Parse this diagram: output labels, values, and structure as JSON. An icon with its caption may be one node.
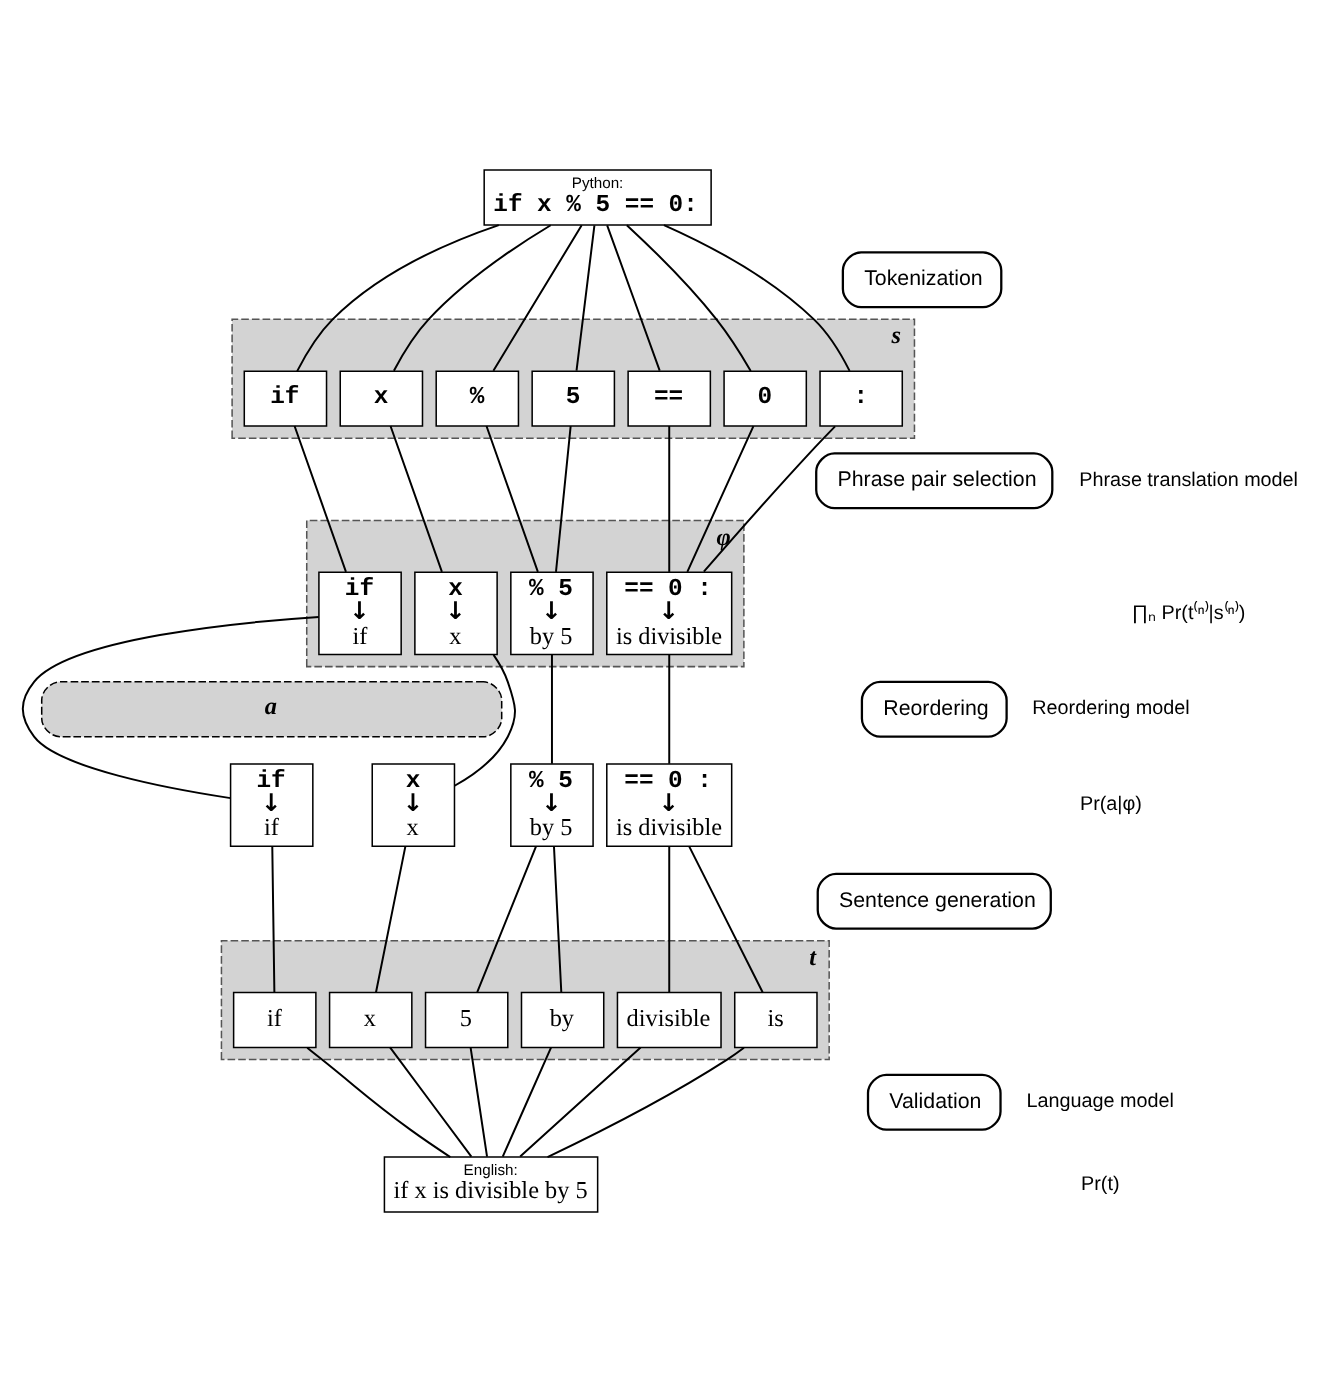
{
  "diagram": {
    "nodes": [
      {
        "text": [
          "Python:",
          "if x % 5 == 0:"
        ]
      },
      {
        "text": [
          "s"
        ]
      },
      {
        "text": [
          "if"
        ],
        "in": 1
      },
      {
        "text": [
          "x"
        ],
        "in": 1
      },
      {
        "text": [
          "%"
        ],
        "in": 1
      },
      {
        "text": [
          "5"
        ],
        "in": 1
      },
      {
        "text": [
          "=="
        ],
        "in": 1
      },
      {
        "text": [
          "0"
        ],
        "in": 1
      },
      {
        "text": [
          ":"
        ],
        "in": 1
      },
      {
        "text": [
          "φ"
        ]
      },
      {
        "text": [
          "if",
          "↓",
          "if"
        ],
        "in": 9
      },
      {
        "text": [
          "x",
          "↓",
          "x"
        ],
        "in": 9
      },
      {
        "text": [
          "% 5",
          "↓",
          "by 5"
        ],
        "in": 9
      },
      {
        "text": [
          "== 0 :",
          "↓",
          "is divisible"
        ],
        "in": 9
      },
      {
        "text": [
          "a"
        ]
      },
      {
        "text": [
          "if",
          "↓",
          "if"
        ]
      },
      {
        "text": [
          "x",
          "↓",
          "x"
        ]
      },
      {
        "text": [
          "== 0 :",
          "↓",
          "is divisible"
        ]
      },
      {
        "text": [
          "% 5",
          "↓",
          "by 5"
        ]
      },
      {
        "text": [
          "t"
        ]
      },
      {
        "text": [
          "if"
        ],
        "in": 19
      },
      {
        "text": [
          "x"
        ],
        "in": 19
      },
      {
        "text": [
          "is"
        ],
        "in": 19
      },
      {
        "text": [
          "divisible"
        ],
        "in": 19
      },
      {
        "text": [
          "by"
        ],
        "in": 19
      },
      {
        "text": [
          "5"
        ],
        "in": 19
      },
      {
        "text": [
          "English:",
          "if x is divisible by 5"
        ]
      },
      {
        "text": [
          "Tokenization"
        ]
      },
      {
        "text": [
          "Phrase pair selection"
        ]
      },
      {
        "text": [
          "Reordering"
        ]
      },
      {
        "text": [
          "Sentence generation"
        ]
      },
      {
        "text": [
          "Validation"
        ]
      }
    ],
    "edges": [
      {
        "from": 0,
        "to": 2,
        "arrow": "none"
      },
      {
        "from": 0,
        "to": 3,
        "arrow": "none"
      },
      {
        "from": 0,
        "to": 4,
        "arrow": "none"
      },
      {
        "from": 0,
        "to": 5,
        "arrow": "none"
      },
      {
        "from": 0,
        "to": 6,
        "arrow": "none"
      },
      {
        "from": 0,
        "to": 7,
        "arrow": "none"
      },
      {
        "from": 0,
        "to": 8,
        "arrow": "none"
      },
      {
        "from": 2,
        "to": 10,
        "arrow": "none"
      },
      {
        "from": 3,
        "to": 11,
        "arrow": "none"
      },
      {
        "from": 4,
        "to": 12,
        "arrow": "none"
      },
      {
        "from": 5,
        "to": 12,
        "arrow": "none"
      },
      {
        "from": 6,
        "to": 13,
        "arrow": "none"
      },
      {
        "from": 7,
        "to": 13,
        "arrow": "none"
      },
      {
        "from": 8,
        "to": 13,
        "arrow": "none"
      },
      {
        "from": 10,
        "to": 15,
        "arrow": "none"
      },
      {
        "from": 11,
        "to": 16,
        "arrow": "none"
      },
      {
        "from": 12,
        "to": 18,
        "arrow": "none"
      },
      {
        "from": 13,
        "to": 17,
        "arrow": "none"
      },
      {
        "from": 15,
        "to": 20,
        "arrow": "none"
      },
      {
        "from": 16,
        "to": 21,
        "arrow": "none"
      },
      {
        "from": 17,
        "to": 22,
        "arrow": "none"
      },
      {
        "from": 17,
        "to": 23,
        "arrow": "none"
      },
      {
        "from": 18,
        "to": 24,
        "arrow": "none"
      },
      {
        "from": 18,
        "to": 25,
        "arrow": "none"
      },
      {
        "from": 20,
        "to": 26,
        "arrow": "none"
      },
      {
        "from": 21,
        "to": 26,
        "arrow": "none"
      },
      {
        "from": 22,
        "to": 26,
        "arrow": "none"
      },
      {
        "from": 23,
        "to": 26,
        "arrow": "none"
      },
      {
        "from": 24,
        "to": 26,
        "arrow": "none"
      },
      {
        "from": 25,
        "to": 26,
        "arrow": "none"
      }
    ],
    "labels": [
      "Phrase translation model",
      "∏ₙ Pr(t⁽ⁿ⁾|s⁽ⁿ⁾)",
      "Reordering model",
      "Pr(a|φ)",
      "Language model",
      "Pr(t)"
    ]
  }
}
